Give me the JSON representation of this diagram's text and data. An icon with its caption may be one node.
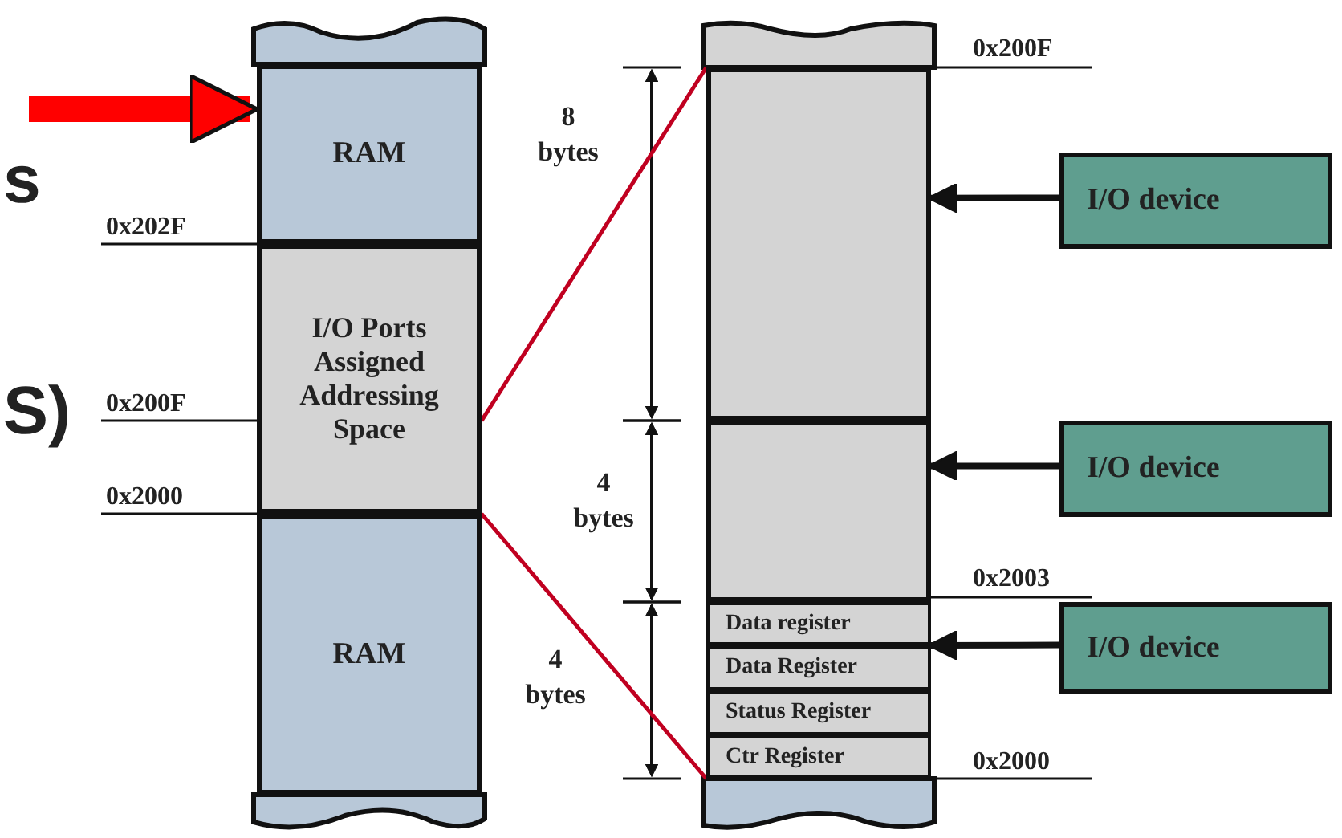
{
  "diagram": {
    "nodes": [
      {
        "text": [
          "RAM"
        ]
      },
      {
        "text": [
          "I/O Ports Assigned Addressing Space"
        ]
      },
      {
        "text": [
          "RAM"
        ]
      },
      {
        "text": [],
        "shape": "box"
      },
      {
        "text": [],
        "shape": "box"
      },
      {
        "text": [
          "Data register"
        ]
      },
      {
        "text": [
          "Data Register"
        ]
      },
      {
        "text": [
          "Status Register"
        ]
      },
      {
        "text": [
          "Ctr Register"
        ]
      },
      {
        "text": [
          "I/O device"
        ]
      },
      {
        "text": [
          "I/O device"
        ]
      },
      {
        "text": [
          "I/O device"
        ]
      }
    ],
    "edges": [
      {
        "from": null,
        "to": 0,
        "arrow": "to",
        "style": "thick",
        "color": "#ff0000"
      },
      {
        "from": 1,
        "to": 3,
        "arrow": "none",
        "color": "#c00020"
      },
      {
        "from": 1,
        "to": 8,
        "arrow": "none",
        "color": "#c00020"
      },
      {
        "from": 9,
        "to": 3,
        "arrow": "to"
      },
      {
        "from": 10,
        "to": 4,
        "arrow": "to"
      },
      {
        "from": 11,
        "to": 5,
        "arrow": "to"
      }
    ],
    "labels": [
      "s",
      "S)",
      "0x202F",
      "0x200F",
      "0x2000",
      "8 bytes",
      "4 bytes",
      "4 bytes",
      "0x200F",
      "0x2003",
      "0x2000"
    ]
  }
}
